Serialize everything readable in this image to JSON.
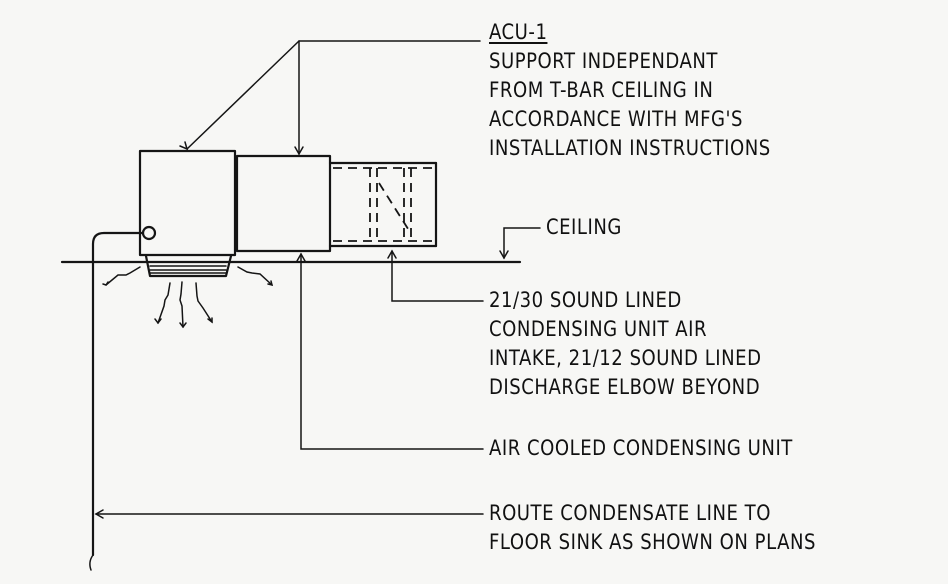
{
  "notes": {
    "acu_tag": "ACU-1",
    "support_note": [
      "SUPPORT INDEPENDANT",
      "FROM T-BAR CEILING IN",
      "ACCORDANCE WITH MFG'S",
      "INSTALLATION INSTRUCTIONS"
    ],
    "ceiling": "CEILING",
    "intake_note": [
      "21/30 SOUND LINED",
      "CONDENSING UNIT AIR",
      "INTAKE, 21/12 SOUND LINED",
      "DISCHARGE ELBOW BEYOND"
    ],
    "condensing_unit": "AIR COOLED CONDENSING UNIT",
    "condensate_note": [
      "ROUTE CONDENSATE LINE TO",
      "FLOOR SINK AS SHOWN ON PLANS"
    ]
  }
}
